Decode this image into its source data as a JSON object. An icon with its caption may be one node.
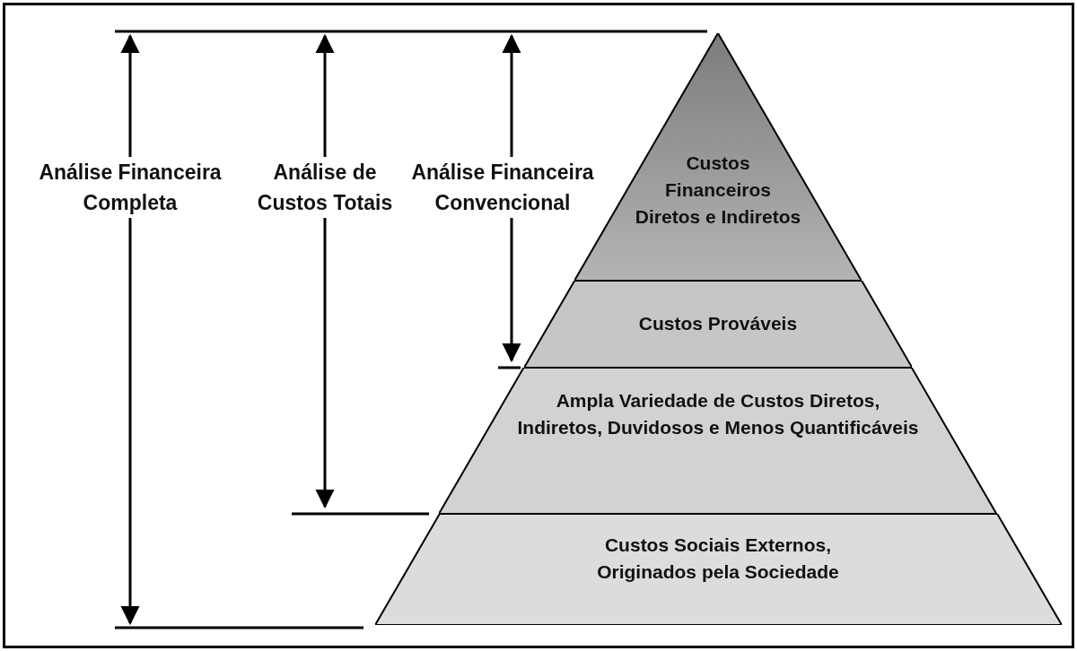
{
  "diagram": {
    "nodes": [
      {
        "text": [
          "Custos Financeiros Diretos e Indiretos"
        ]
      },
      {
        "text": [
          "Custos Prováveis"
        ]
      },
      {
        "text": [
          "Ampla Variedade de Custos Diretos, Indiretos, Duvidosos e Menos Quantificáveis"
        ]
      },
      {
        "text": [
          "Custos Sociais Externos, Originados pela Sociedade"
        ]
      }
    ],
    "labels": [
      "Análise Financeira Completa",
      "Análise de Custos Totais",
      "Análise Financeira Convencional"
    ]
  }
}
